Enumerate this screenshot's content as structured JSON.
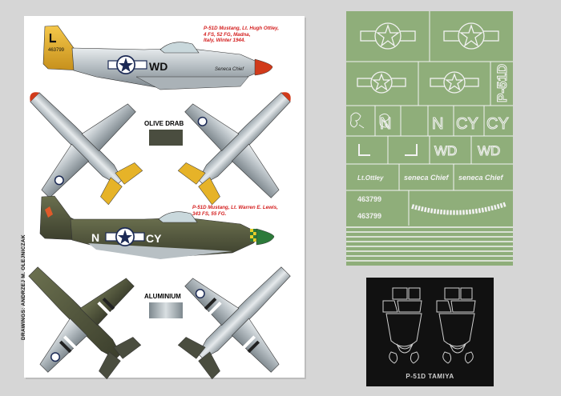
{
  "sheet": {
    "aircraft_1_caption": [
      "P-51D Mustang, Lt. Hugh Ottley,",
      "4 FS, 52 FG, Madna,",
      "Italy, Winter 1944."
    ],
    "aircraft_1_code": "WD",
    "aircraft_1_serial": "463799",
    "aircraft_1_nose_art": "Seneca Chief",
    "aircraft_2_caption": [
      "P-51D Mustang, Lt. Warren E. Lewis,",
      "343 FS, 55 FG."
    ],
    "aircraft_2_code_left": "N",
    "aircraft_2_code_right": "CY",
    "swatch_1_label": "OLIVE DRAB",
    "swatch_2_label": "ALUMINIUM",
    "credit": "DRAWINGS: ANDRZEJ M. OLEJNICZAK"
  },
  "decals": {
    "fin_marking": "P-51D",
    "letters_n": "N",
    "letters_cy": "CY",
    "letters_wd": "WD",
    "script_small": "Lt.Ottley",
    "script_name": "seneca Chief",
    "serial": "463799"
  },
  "masks": {
    "label": "P-51D TAMIYA"
  },
  "colors": {
    "background": "#d6d6d6",
    "olive_drab": "#4a4d3f",
    "aluminium": "#9aa5ac",
    "decal_green": "#8fae7a",
    "mask_black": "#111111",
    "caption_red": "#d42020"
  }
}
